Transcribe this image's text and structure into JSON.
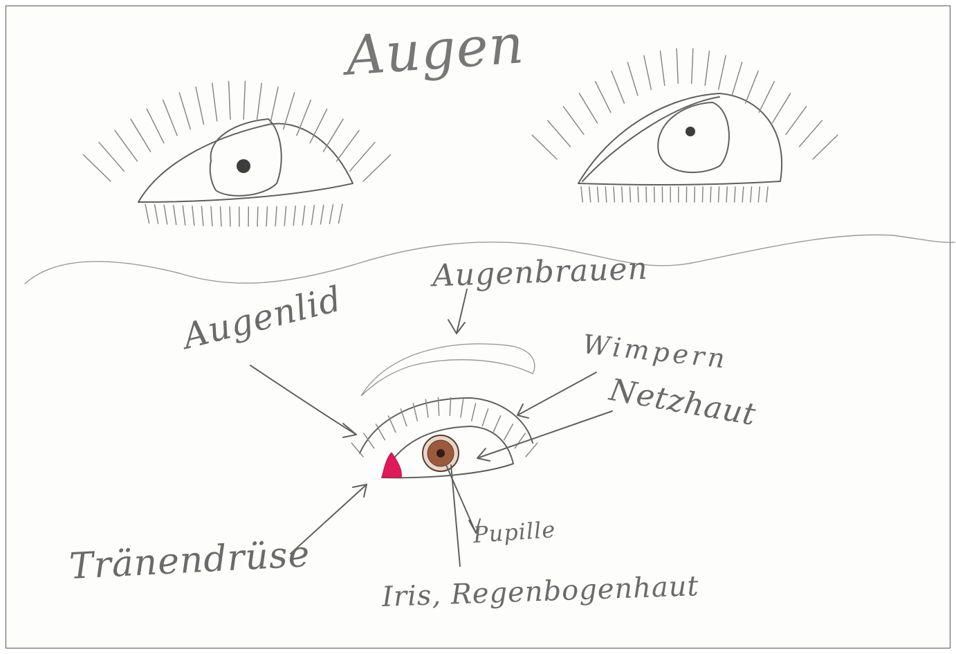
{
  "title": "Augen",
  "labels": {
    "eyebrow": "Augenbrauen",
    "eyelid": "Augenlid",
    "eyelashes": "Wimpern",
    "retina": "Netzhaut",
    "tear_gland": "Tränendrüse",
    "pupil": "Pupille",
    "iris": "Iris, Regenbogenhaut"
  },
  "colors": {
    "pencil": "#5f5f5f",
    "tear_gland": "#e0195a",
    "iris": "#8a4b32"
  }
}
